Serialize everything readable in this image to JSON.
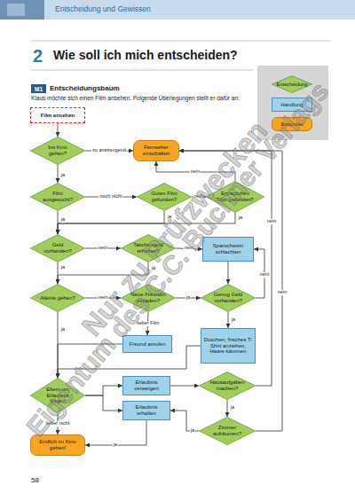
{
  "diagram": {
    "title": "Wie soll ich mich entscheiden?",
    "nodes": [
      {
        "text": [
          "Film ansehen"
        ]
      },
      {
        "text": [
          "Ins Kino gehen?"
        ]
      },
      {
        "text": [
          "Fernseher einschalten"
        ]
      },
      {
        "text": [
          "Film ausgesucht?"
        ]
      },
      {
        "text": [
          "Guten Film gefunden?"
        ]
      },
      {
        "text": [
          "Erträglichen Film gefunden?"
        ]
      },
      {
        "text": [
          "Geld vorhanden?"
        ]
      },
      {
        "text": [
          "Taschengeld erhalten?"
        ]
      },
      {
        "text": [
          "Sparschwein schlachten"
        ]
      },
      {
        "text": [
          "Alleine gehen?"
        ]
      },
      {
        "text": [
          "Neue Freundin einladen?"
        ]
      },
      {
        "text": [
          "Genug Geld vorhanden?"
        ]
      },
      {
        "text": [
          "Freund anrufen"
        ]
      },
      {
        "text": [
          "Duschen, frisches T-Shirt anziehen, Haare kämmen"
        ]
      },
      {
        "text": [
          "Eltern um Erlaubnis fragen"
        ]
      },
      {
        "text": [
          "Erlaubnis verweigert"
        ]
      },
      {
        "text": [
          "Erlaubnis erhalten"
        ]
      },
      {
        "text": [
          "Hausaufgaben machen?"
        ]
      },
      {
        "text": [
          "Zimmer aufräumen?"
        ]
      },
      {
        "text": [
          "Endlich im Kino gehen!"
        ]
      }
    ],
    "edges": [
      {
        "from": 0,
        "to": 1,
        "arrow": "to"
      },
      {
        "from": 1,
        "to": 2,
        "label": "zu anstrengend",
        "arrow": "to"
      },
      {
        "from": 1,
        "to": 3,
        "label": "ja",
        "arrow": "to"
      },
      {
        "from": 3,
        "to": 4,
        "label": "noch nicht",
        "arrow": "to"
      },
      {
        "from": 4,
        "to": 5,
        "label": "nein",
        "arrow": "to"
      },
      {
        "from": 5,
        "to": 2,
        "label": "nein",
        "arrow": "to"
      },
      {
        "from": 3,
        "to": 6,
        "label": "ja",
        "arrow": "to"
      },
      {
        "from": 4,
        "to": 6,
        "label": "ja",
        "arrow": "to"
      },
      {
        "from": 5,
        "to": 6,
        "label": "ja",
        "arrow": "to"
      },
      {
        "from": 6,
        "to": 7,
        "label": "nein",
        "arrow": "to"
      },
      {
        "from": 7,
        "to": 8,
        "label": "nein",
        "arrow": "to"
      },
      {
        "from": 7,
        "to": 9,
        "label": "ja",
        "arrow": "to"
      },
      {
        "from": 6,
        "to": 9,
        "label": "ja",
        "arrow": "to"
      },
      {
        "from": 9,
        "to": 10,
        "label": "nein",
        "arrow": "to"
      },
      {
        "from": 10,
        "to": 11,
        "label": "ja",
        "arrow": "to"
      },
      {
        "from": 10,
        "to": 12,
        "label": "lieber Film",
        "arrow": "to"
      },
      {
        "from": 11,
        "to": 13,
        "label": "ja",
        "arrow": "to"
      },
      {
        "from": 11,
        "to": 8,
        "label": "nein",
        "arrow": "to"
      },
      {
        "from": 8,
        "to": 11,
        "arrow": "to"
      },
      {
        "from": 12,
        "to": 14,
        "arrow": "to"
      },
      {
        "from": 9,
        "to": 14,
        "label": "ja",
        "arrow": "to"
      },
      {
        "from": 13,
        "to": 14,
        "arrow": "to"
      },
      {
        "from": 14,
        "to": 15,
        "arrow": "to"
      },
      {
        "from": 14,
        "to": 16,
        "arrow": "to"
      },
      {
        "from": 15,
        "to": 17,
        "arrow": "to"
      },
      {
        "from": 17,
        "to": 18,
        "label": "ja",
        "arrow": "to"
      },
      {
        "from": 17,
        "to": 2,
        "label": "nein",
        "arrow": "to"
      },
      {
        "from": 18,
        "to": 2,
        "label": "nein",
        "arrow": "to"
      },
      {
        "from": 18,
        "to": 16,
        "label": "ja",
        "arrow": "to"
      },
      {
        "from": 16,
        "to": 19,
        "label": "ja",
        "arrow": "to"
      },
      {
        "from": 14,
        "to": 19,
        "label": "lieber nicht",
        "arrow": "to"
      }
    ],
    "labels": [
      "Entscheidung und Gewissen",
      "2",
      "M1",
      "Entscheidungsbaum",
      "Klaus möchte sich einen Film ansehen. Folgende Überlegungen stellt er dafür an:",
      "Nur zu Prüfzwecken",
      "Eigentum des C.C. Buchner Verlags",
      "58"
    ],
    "legend": [
      {
        "text": "Entscheidung",
        "color": "#a3cd5a"
      },
      {
        "text": "Handlung",
        "color": "#9fd3ec"
      },
      {
        "text": "Endpunkt",
        "color": "#f6a623"
      }
    ]
  }
}
